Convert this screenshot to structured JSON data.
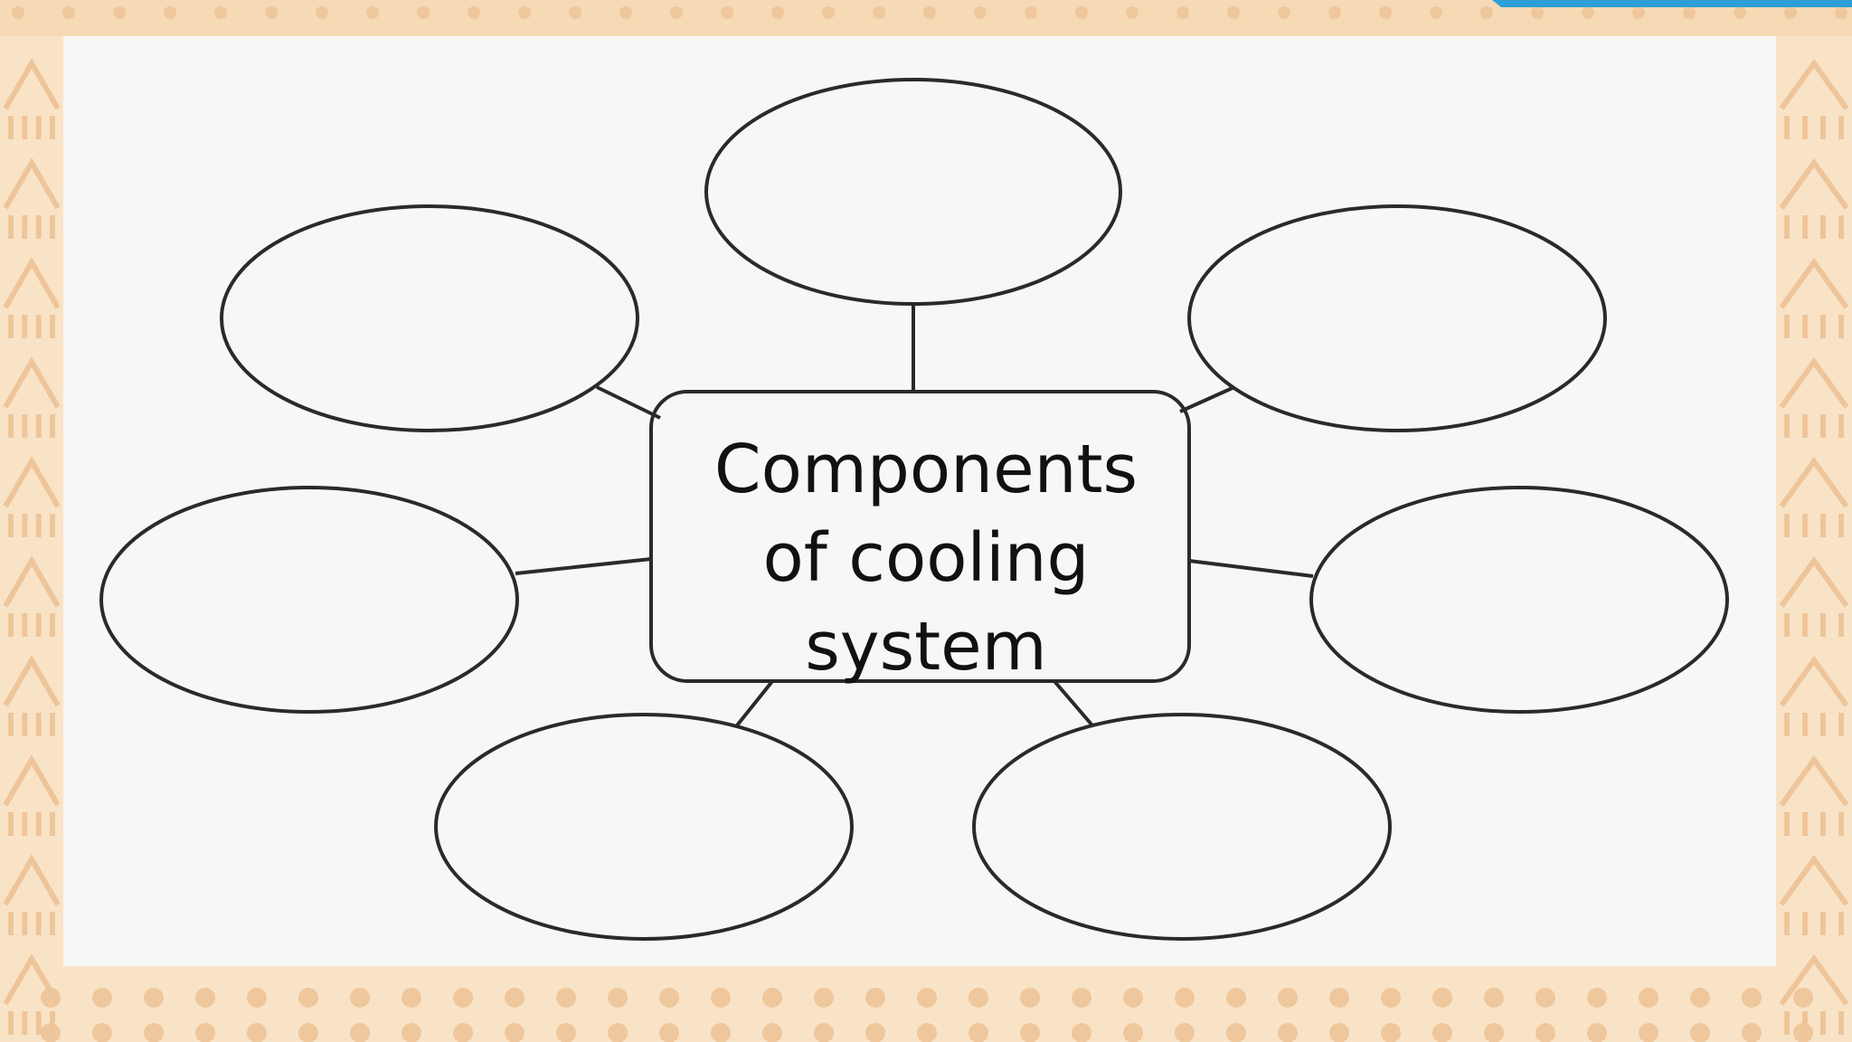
{
  "diagram": {
    "center_label_lines": [
      "Components",
      "of cooling",
      "system"
    ],
    "node_count": 7,
    "node_labels": [
      "",
      "",
      "",
      "",
      "",
      "",
      ""
    ]
  },
  "colors": {
    "frame_background": "#f9e3c7",
    "frame_pattern": "#f2caa0",
    "panel_background": "#f7f7f5",
    "stroke": "#2a2a2a",
    "text": "#111111",
    "accent_corner": "#2e9fd6"
  }
}
